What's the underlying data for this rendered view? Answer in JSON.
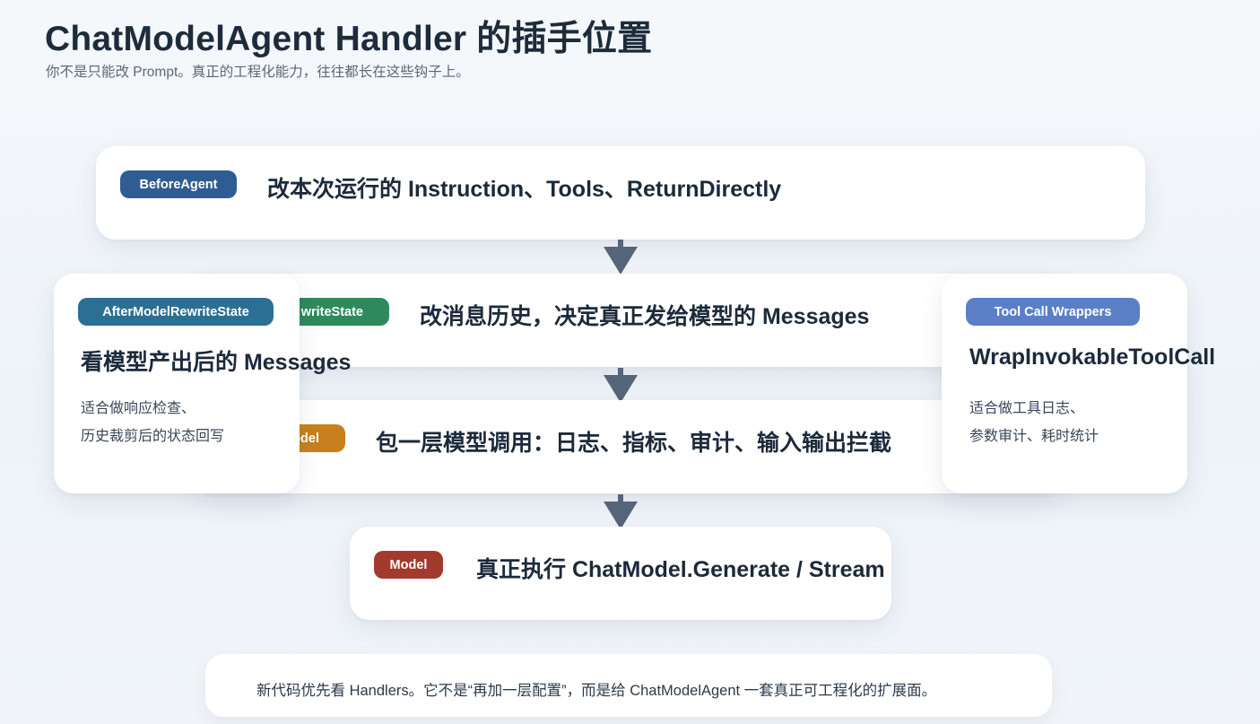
{
  "title": "ChatModelAgent Handler 的插手位置",
  "subtitle": "你不是只能改 Prompt。真正的工程化能力，往往都长在这些钩子上。",
  "stages": [
    {
      "tag": "BeforeAgent",
      "tag_color": "#2f5d93",
      "text": "改本次运行的 Instruction、Tools、ReturnDirectly"
    },
    {
      "tag": "BeforeModelRewriteState",
      "tag_visible": "writeState",
      "tag_color": "#2e8a5c",
      "text": "改消息历史，决定真正发给模型的 Messages"
    },
    {
      "tag": "WrapModel",
      "tag_visible": "Model",
      "tag_color": "#c8801d",
      "text": "包一层模型调用：日志、指标、审计、输入输出拦截"
    },
    {
      "tag": "Model",
      "tag_color": "#a23a2e",
      "text": "真正执行 ChatModel.Generate / Stream"
    }
  ],
  "left_card": {
    "tag": "AfterModelRewriteState",
    "tag_color": "#2b6f93",
    "title": "看模型产出后的 Messages",
    "lines": [
      "适合做响应检查、",
      "历史裁剪后的状态回写"
    ]
  },
  "right_card": {
    "tag": "Tool Call Wrappers",
    "tag_color": "#5b7fc6",
    "title": "WrapInvokableToolCall",
    "lines": [
      "适合做工具日志、",
      "参数审计、耗时统计"
    ]
  },
  "footer": "新代码优先看 Handlers。它不是“再加一层配置”，而是给 ChatModelAgent 一套真正可工程化的扩展面。"
}
